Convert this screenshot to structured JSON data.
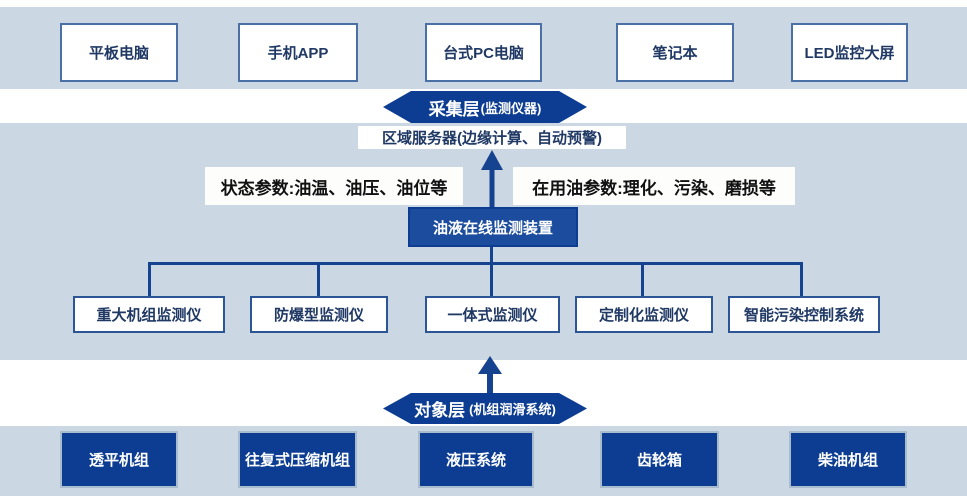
{
  "palette": {
    "band_bg": "#cbd7e2",
    "badge_bg": "#0c3d92",
    "device_box_bg": "#1b4c9d",
    "bottom_box_bg": "#0c3d92",
    "line_color": "#16438f",
    "white_box_border": "#4a70a5",
    "white_box_text": "#1f3864"
  },
  "top_row": {
    "items": [
      "平板电脑",
      "手机APP",
      "台式PC电脑",
      "笔记本",
      "LED监控大屏"
    ]
  },
  "collection_badge": {
    "title": "采集层",
    "subtitle": "(监测仪器)"
  },
  "server_box": {
    "label": "区域服务器(边缘计算、自动预警)"
  },
  "param_labels": {
    "left": "状态参数:油温、油压、油位等",
    "right": "在用油参数:理化、污染、磨损等"
  },
  "device_box": {
    "label": "油液在线监测装置"
  },
  "monitor_row": {
    "items": [
      "重大机组监测仪",
      "防爆型监测仪",
      "一体式监测仪",
      "定制化监测仪",
      "智能污染控制系统"
    ]
  },
  "object_badge": {
    "title": "对象层",
    "subtitle": "(机组润滑系统)"
  },
  "bottom_row": {
    "items": [
      "透平机组",
      "往复式压缩机组",
      "液压系统",
      "齿轮箱",
      "柴油机组"
    ]
  }
}
